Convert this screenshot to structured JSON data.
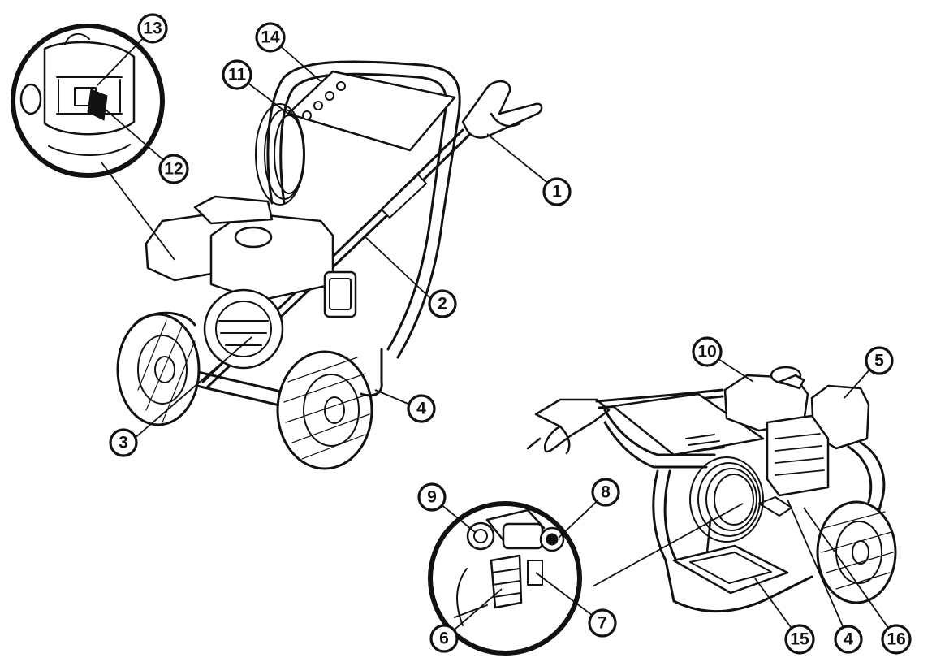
{
  "colors": {
    "ink": "#111111",
    "paper": "#ffffff"
  },
  "callouts": [
    {
      "id": "c1",
      "label": "1"
    },
    {
      "id": "c2",
      "label": "2"
    },
    {
      "id": "c3",
      "label": "3"
    },
    {
      "id": "c4a",
      "label": "4"
    },
    {
      "id": "c4b",
      "label": "4"
    },
    {
      "id": "c5",
      "label": "5"
    },
    {
      "id": "c6",
      "label": "6"
    },
    {
      "id": "c7",
      "label": "7"
    },
    {
      "id": "c8",
      "label": "8"
    },
    {
      "id": "c9",
      "label": "9"
    },
    {
      "id": "c10",
      "label": "10"
    },
    {
      "id": "c11",
      "label": "11"
    },
    {
      "id": "c12",
      "label": "12"
    },
    {
      "id": "c13",
      "label": "13"
    },
    {
      "id": "c14",
      "label": "14"
    },
    {
      "id": "c15",
      "label": "15"
    },
    {
      "id": "c16",
      "label": "16"
    }
  ]
}
